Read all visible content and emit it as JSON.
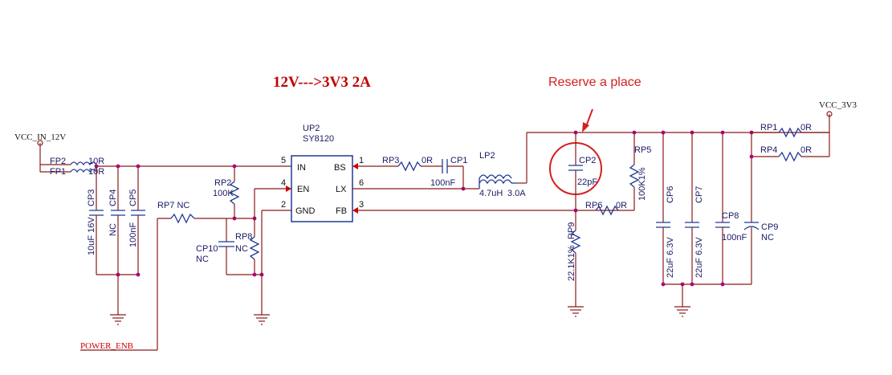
{
  "title": "12V--->3V3 2A",
  "note": "Reserve a place",
  "nets": {
    "vin": "VCC_IN_12V",
    "vout": "VCC_3V3",
    "enable": "POWER_ENB"
  },
  "ic": {
    "ref": "UP2",
    "part": "SY8120",
    "pins": [
      {
        "num": "5",
        "name": "IN"
      },
      {
        "num": "4",
        "name": "EN"
      },
      {
        "num": "2",
        "name": "GND"
      },
      {
        "num": "1",
        "name": "BS"
      },
      {
        "num": "6",
        "name": "LX"
      },
      {
        "num": "3",
        "name": "FB"
      }
    ]
  },
  "components": {
    "fp2": {
      "ref": "FP2",
      "value": "10R"
    },
    "fp1": {
      "ref": "FP1",
      "value": "10R"
    },
    "cp3": {
      "ref": "CP3",
      "value": "10uF 16V"
    },
    "cp4": {
      "ref": "CP4",
      "value": "NC"
    },
    "cp5": {
      "ref": "CP5",
      "value": "100nF"
    },
    "rp7": {
      "ref": "RP7 NC"
    },
    "rp2": {
      "ref": "RP2",
      "value": "100K"
    },
    "cp10": {
      "ref": "CP10",
      "value": "NC"
    },
    "rp8": {
      "ref": "RP8",
      "value": "NC"
    },
    "rp3": {
      "ref": "RP3",
      "value": "0R"
    },
    "cp1": {
      "ref": "CP1",
      "value": "100nF"
    },
    "lp2": {
      "ref": "LP2",
      "value": "4.7uH",
      "rating": "3.0A"
    },
    "cp2": {
      "ref": "CP2",
      "value": "22pF"
    },
    "rp5": {
      "ref": "RP5",
      "value": "100K1%"
    },
    "rp6": {
      "ref": "RP6",
      "value": "0R"
    },
    "rp9": {
      "ref": "RP9",
      "value": "22.1K1%"
    },
    "cp6": {
      "ref": "CP6",
      "value": "22uF 6.3V"
    },
    "cp7": {
      "ref": "CP7",
      "value": "22uF 6.3V"
    },
    "cp8": {
      "ref": "CP8",
      "value": "100nF"
    },
    "cp9": {
      "ref": "CP9",
      "value": "NC"
    },
    "rp1": {
      "ref": "RP1",
      "value": "0R"
    },
    "rp4": {
      "ref": "RP4",
      "value": "0R"
    }
  },
  "colors": {
    "wire": "#8b1a1a",
    "component": "#1f3a93",
    "title": "#c00000",
    "note": "#d42020",
    "junction": "#b0007a"
  }
}
